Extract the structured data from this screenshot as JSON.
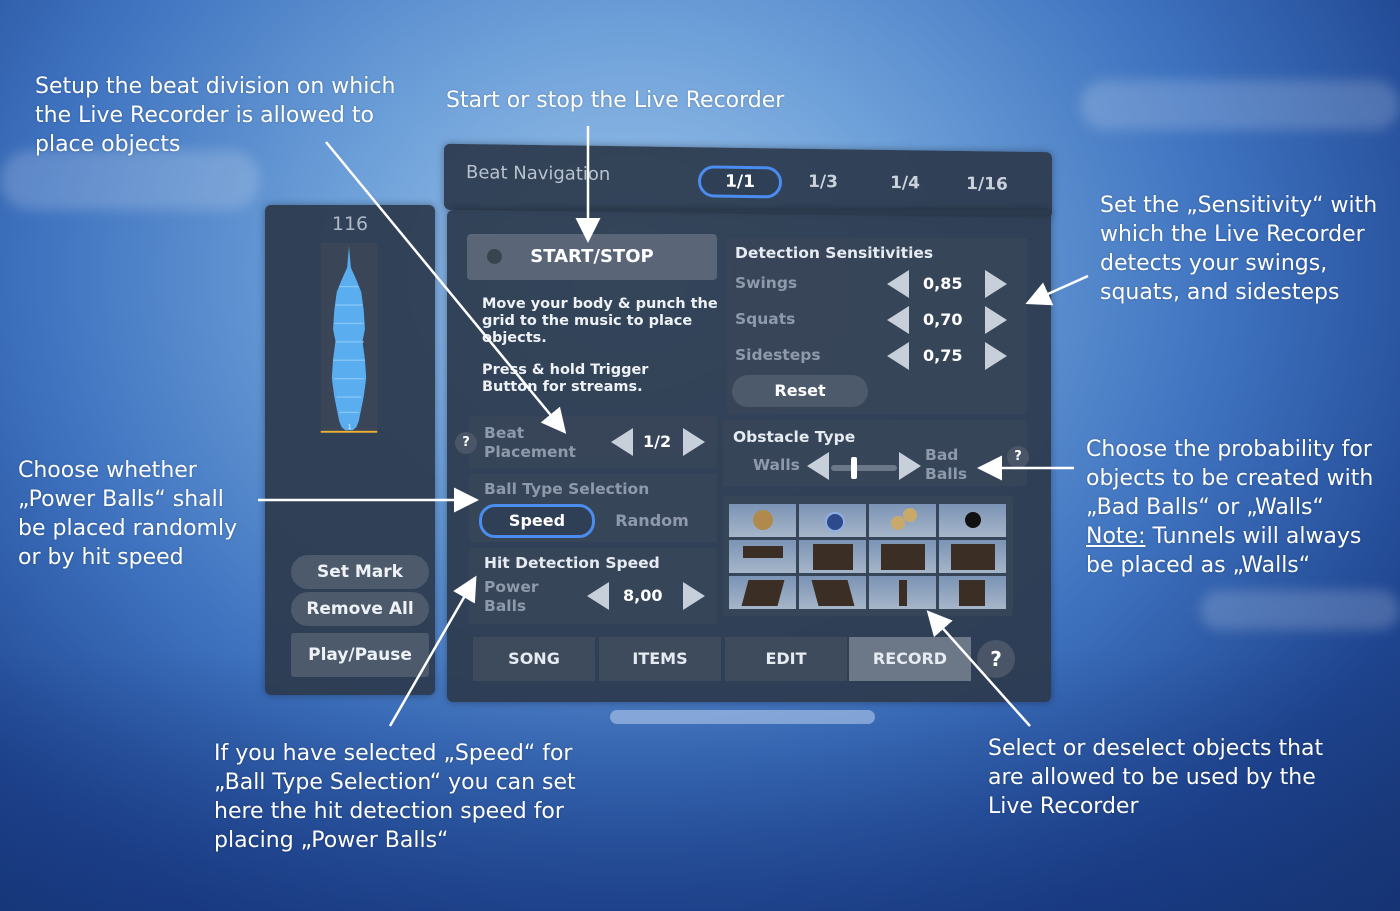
{
  "annotations": {
    "beat_division": "Setup the beat division on which the Live Recorder is allowed to place objects",
    "start_stop": "Start or stop the Live Recorder",
    "sensitivity": "Set the „Sensitivity“ with which the Live Recorder detects your swings, squats, and sidesteps",
    "power_balls": "Choose whether „Power Balls“ shall be placed randomly or by hit speed",
    "probability_line1": "Choose the probability for objects to be created with „Bad Balls“ or „Walls“",
    "probability_note_label": "Note:",
    "probability_note_text": " Tunnels will always be placed as „Walls“",
    "hit_speed": "If you have selected „Speed“ for „Ball Type Selection“ you can set here the hit detection speed for placing „Power Balls“",
    "objects": "Select or deselect objects that are allowed to be used by the Live Recorder"
  },
  "beat_navigation": {
    "title": "Beat Navigation",
    "options": [
      "1/1",
      "1/3",
      "1/4",
      "1/16"
    ],
    "selected": "1/1"
  },
  "left_panel": {
    "bpm": "116",
    "marker": "1",
    "set_mark": "Set Mark",
    "remove_all": "Remove All",
    "play_pause": "Play/Pause"
  },
  "recorder": {
    "start_stop": "START/STOP",
    "instructions_1": "Move your body & punch the grid to the music to place objects.",
    "instructions_2": "Press & hold Trigger Button for streams."
  },
  "beat_placement": {
    "label": "Beat Placement",
    "value": "1/2",
    "help": "?"
  },
  "ball_type": {
    "title": "Ball Type Selection",
    "options": [
      "Speed",
      "Random"
    ],
    "selected": "Speed"
  },
  "hit_detection": {
    "title": "Hit Detection Speed",
    "label": "Power Balls",
    "value": "8,00"
  },
  "sensitivities": {
    "title": "Detection Sensitivities",
    "rows": [
      {
        "label": "Swings",
        "value": "0,85"
      },
      {
        "label": "Squats",
        "value": "0,70"
      },
      {
        "label": "Sidesteps",
        "value": "0,75"
      }
    ],
    "reset": "Reset"
  },
  "obstacle_type": {
    "title": "Obstacle Type",
    "left": "Walls",
    "right": "Bad Balls",
    "help": "?",
    "slider_fraction": 0.35
  },
  "tabs": {
    "items": [
      "SONG",
      "ITEMS",
      "EDIT",
      "RECORD"
    ],
    "selected": "RECORD",
    "help": "?"
  },
  "icons": {
    "play": "triangle-arrow-icon",
    "help": "question-mark-icon"
  }
}
